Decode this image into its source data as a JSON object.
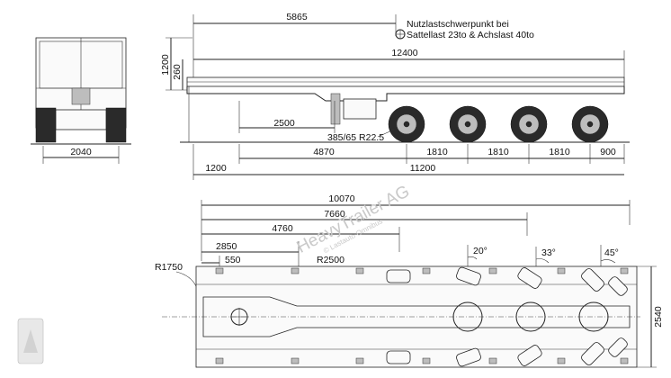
{
  "note": {
    "line1": "Nutzlastschwerpunkt bei",
    "line2": "Sattellast 23to & Achslast 40to"
  },
  "watermark": {
    "line1": "HeavyTrailer AG",
    "line2": "© Lastauto Omnibus"
  },
  "side_view": {
    "dims": {
      "overall_top": "5865",
      "platform_length": "12400",
      "height_left": "1200",
      "height_inner": "260",
      "kingpin": "2500",
      "tyre": "385/65 R22.5",
      "rear_overhang": "1200",
      "axle_start": "4870",
      "axle_gap_1": "1810",
      "axle_gap_2": "1810",
      "axle_gap_3": "1810",
      "end_overhang": "900",
      "total_length": "11200"
    }
  },
  "rear_view": {
    "dims": {
      "width": "2040"
    }
  },
  "top_view": {
    "dims": {
      "overall": "10070",
      "d_7660": "7660",
      "d_4760": "4760",
      "d_2850": "2850",
      "d_550": "550",
      "radius_front": "R1750",
      "radius_kingpin": "R2500",
      "angle_1": "20°",
      "angle_2": "33°",
      "angle_3": "45°",
      "width": "2540"
    }
  }
}
